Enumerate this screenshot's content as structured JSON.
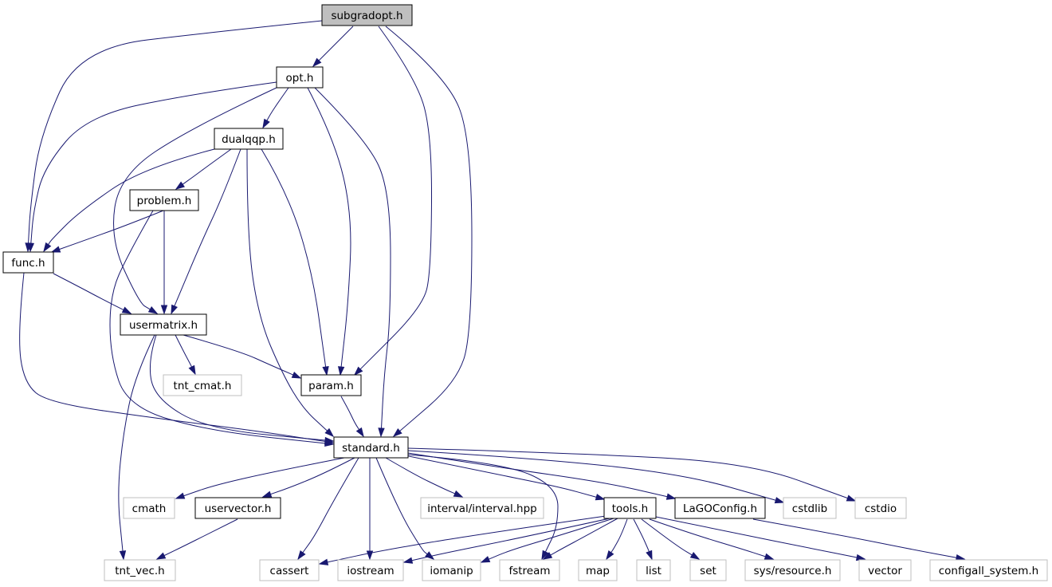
{
  "diagram": {
    "type": "include-dependency-graph",
    "colors": {
      "edge": "#191970",
      "root_fill": "#bfbfbf",
      "node_border": "#000000",
      "external_border": "#bfbfbf",
      "background": "#ffffff"
    },
    "nodes": [
      {
        "id": "subgradopt",
        "label": "subgradopt.h",
        "kind": "root"
      },
      {
        "id": "opt",
        "label": "opt.h",
        "kind": "header"
      },
      {
        "id": "dualqqp",
        "label": "dualqqp.h",
        "kind": "header"
      },
      {
        "id": "problem",
        "label": "problem.h",
        "kind": "header"
      },
      {
        "id": "func",
        "label": "func.h",
        "kind": "header"
      },
      {
        "id": "usermatrix",
        "label": "usermatrix.h",
        "kind": "header"
      },
      {
        "id": "tnt_cmat",
        "label": "tnt_cmat.h",
        "kind": "external"
      },
      {
        "id": "param",
        "label": "param.h",
        "kind": "header"
      },
      {
        "id": "standard",
        "label": "standard.h",
        "kind": "header"
      },
      {
        "id": "cmath",
        "label": "cmath",
        "kind": "external"
      },
      {
        "id": "uservector",
        "label": "uservector.h",
        "kind": "header"
      },
      {
        "id": "interval",
        "label": "interval/interval.hpp",
        "kind": "external"
      },
      {
        "id": "tools",
        "label": "tools.h",
        "kind": "header"
      },
      {
        "id": "lagoconfig",
        "label": "LaGOConfig.h",
        "kind": "header"
      },
      {
        "id": "cstdlib",
        "label": "cstdlib",
        "kind": "external"
      },
      {
        "id": "cstdio",
        "label": "cstdio",
        "kind": "external"
      },
      {
        "id": "tnt_vec",
        "label": "tnt_vec.h",
        "kind": "external"
      },
      {
        "id": "cassert",
        "label": "cassert",
        "kind": "external"
      },
      {
        "id": "iostream",
        "label": "iostream",
        "kind": "external"
      },
      {
        "id": "iomanip",
        "label": "iomanip",
        "kind": "external"
      },
      {
        "id": "fstream",
        "label": "fstream",
        "kind": "external"
      },
      {
        "id": "map",
        "label": "map",
        "kind": "external"
      },
      {
        "id": "list",
        "label": "list",
        "kind": "external"
      },
      {
        "id": "set",
        "label": "set",
        "kind": "external"
      },
      {
        "id": "sysresource",
        "label": "sys/resource.h",
        "kind": "external"
      },
      {
        "id": "vector",
        "label": "vector",
        "kind": "external"
      },
      {
        "id": "configall",
        "label": "configall_system.h",
        "kind": "external"
      }
    ],
    "edges": [
      {
        "from": "subgradopt",
        "to": "opt"
      },
      {
        "from": "subgradopt",
        "to": "func"
      },
      {
        "from": "subgradopt",
        "to": "param"
      },
      {
        "from": "subgradopt",
        "to": "standard"
      },
      {
        "from": "opt",
        "to": "dualqqp"
      },
      {
        "from": "opt",
        "to": "func"
      },
      {
        "from": "opt",
        "to": "usermatrix"
      },
      {
        "from": "opt",
        "to": "param"
      },
      {
        "from": "opt",
        "to": "standard"
      },
      {
        "from": "dualqqp",
        "to": "problem"
      },
      {
        "from": "dualqqp",
        "to": "func"
      },
      {
        "from": "dualqqp",
        "to": "usermatrix"
      },
      {
        "from": "dualqqp",
        "to": "param"
      },
      {
        "from": "dualqqp",
        "to": "standard"
      },
      {
        "from": "problem",
        "to": "func"
      },
      {
        "from": "problem",
        "to": "usermatrix"
      },
      {
        "from": "problem",
        "to": "standard"
      },
      {
        "from": "func",
        "to": "usermatrix"
      },
      {
        "from": "func",
        "to": "standard"
      },
      {
        "from": "usermatrix",
        "to": "tnt_cmat"
      },
      {
        "from": "usermatrix",
        "to": "param"
      },
      {
        "from": "usermatrix",
        "to": "standard"
      },
      {
        "from": "usermatrix",
        "to": "tnt_vec"
      },
      {
        "from": "param",
        "to": "standard"
      },
      {
        "from": "standard",
        "to": "cmath"
      },
      {
        "from": "standard",
        "to": "uservector"
      },
      {
        "from": "standard",
        "to": "interval"
      },
      {
        "from": "standard",
        "to": "tools"
      },
      {
        "from": "standard",
        "to": "lagoconfig"
      },
      {
        "from": "standard",
        "to": "cstdlib"
      },
      {
        "from": "standard",
        "to": "cstdio"
      },
      {
        "from": "standard",
        "to": "cassert"
      },
      {
        "from": "standard",
        "to": "iostream"
      },
      {
        "from": "standard",
        "to": "iomanip"
      },
      {
        "from": "standard",
        "to": "fstream"
      },
      {
        "from": "uservector",
        "to": "tnt_vec"
      },
      {
        "from": "tools",
        "to": "cassert"
      },
      {
        "from": "tools",
        "to": "iostream"
      },
      {
        "from": "tools",
        "to": "iomanip"
      },
      {
        "from": "tools",
        "to": "fstream"
      },
      {
        "from": "tools",
        "to": "map"
      },
      {
        "from": "tools",
        "to": "list"
      },
      {
        "from": "tools",
        "to": "set"
      },
      {
        "from": "tools",
        "to": "sysresource"
      },
      {
        "from": "tools",
        "to": "vector"
      },
      {
        "from": "lagoconfig",
        "to": "configall"
      }
    ]
  }
}
